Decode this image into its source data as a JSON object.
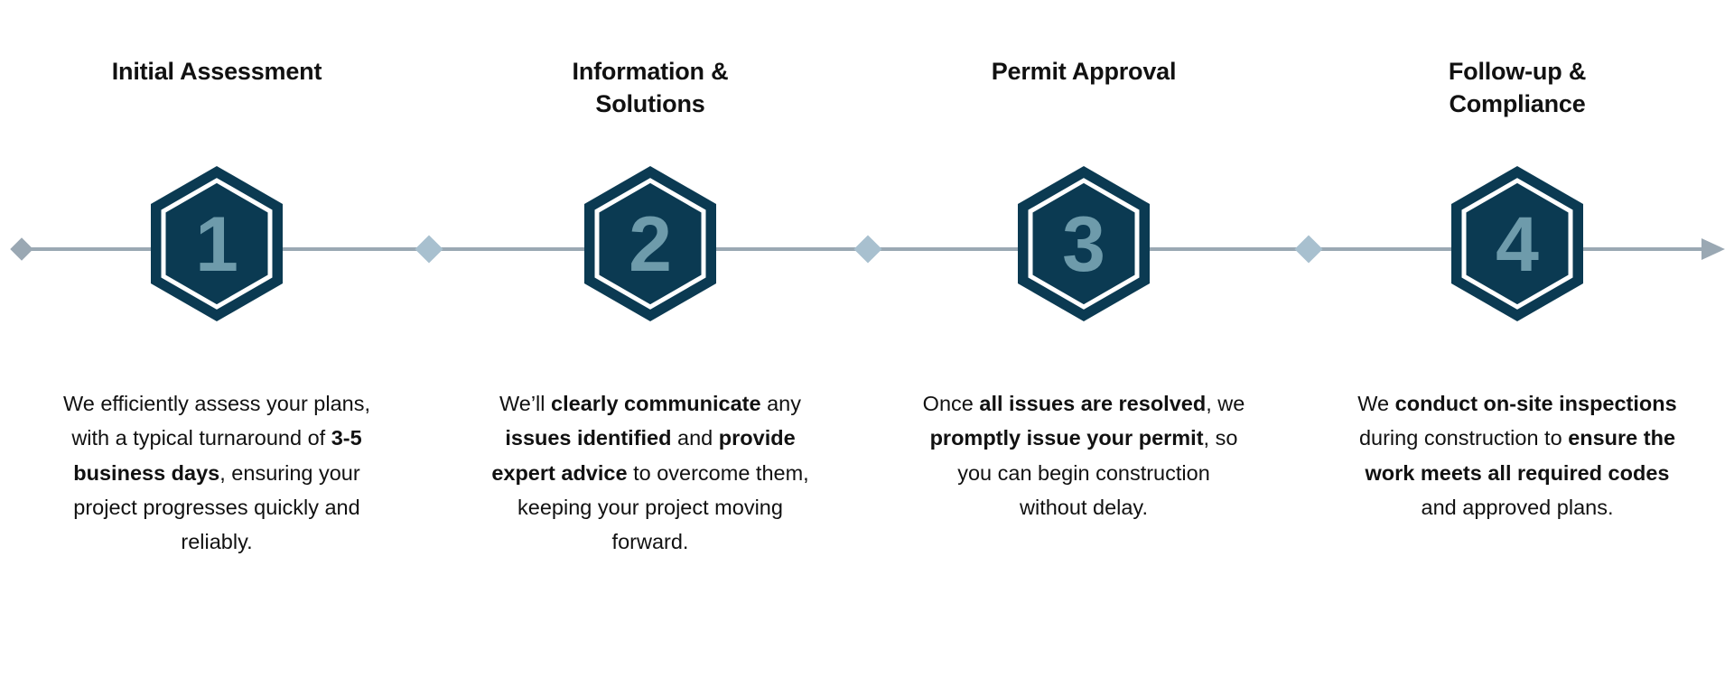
{
  "colors": {
    "background": "#ffffff",
    "hex_fill": "#0b3a52",
    "hex_inner_outline": "#ffffff",
    "number": "#6e9bab",
    "connector_line": "#9aa8b3",
    "connector_marker": "#a8c0cf",
    "heading_text": "#111111",
    "body_text": "#111111"
  },
  "connector": {
    "start_marker": "diamond",
    "end_marker": "arrowhead",
    "mid_marker": "diamond",
    "mid_marker_count": 3
  },
  "steps": [
    {
      "number": "1",
      "title": "Initial Assessment",
      "body": [
        {
          "text": "We efficiently assess your plans, with a typical turnaround of ",
          "bold": false
        },
        {
          "text": "3-5 business days",
          "bold": true
        },
        {
          "text": ", ensuring your project progresses quickly and reliably.",
          "bold": false
        }
      ]
    },
    {
      "number": "2",
      "title": "Information &\nSolutions",
      "body": [
        {
          "text": "We’ll ",
          "bold": false
        },
        {
          "text": "clearly communicate",
          "bold": true
        },
        {
          "text": " any ",
          "bold": false
        },
        {
          "text": "issues identified",
          "bold": true
        },
        {
          "text": " and ",
          "bold": false
        },
        {
          "text": "provide expert advice",
          "bold": true
        },
        {
          "text": " to overcome them, keeping your project moving forward.",
          "bold": false
        }
      ]
    },
    {
      "number": "3",
      "title": "Permit Approval",
      "body": [
        {
          "text": "Once ",
          "bold": false
        },
        {
          "text": "all issues are resolved",
          "bold": true
        },
        {
          "text": ", we ",
          "bold": false
        },
        {
          "text": "promptly issue your permit",
          "bold": true
        },
        {
          "text": ", so you can begin construction without delay.",
          "bold": false
        }
      ]
    },
    {
      "number": "4",
      "title": "Follow-up &\nCompliance",
      "body": [
        {
          "text": "We ",
          "bold": false
        },
        {
          "text": "conduct on-site inspections",
          "bold": true
        },
        {
          "text": " during construction to ",
          "bold": false
        },
        {
          "text": "ensure the work meets all required codes",
          "bold": true
        },
        {
          "text": " and approved plans.",
          "bold": false
        }
      ]
    }
  ]
}
